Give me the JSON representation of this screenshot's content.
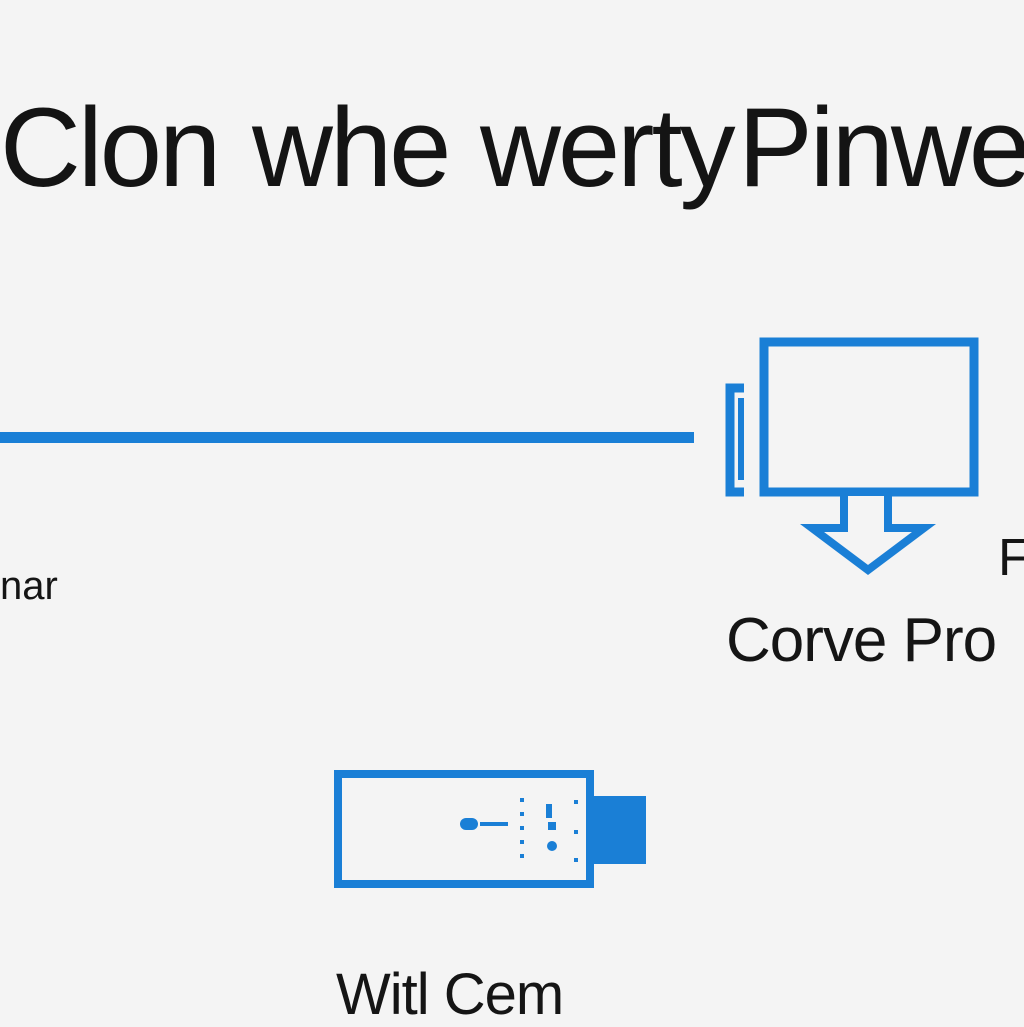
{
  "title": {
    "word1": "Clon",
    "word2": "whe",
    "word3": "werty",
    "word4": "Pinwet"
  },
  "labels": {
    "left": "nar",
    "right_edge": "F",
    "monitor": "Corve Pro",
    "usb": "Witl Cem"
  },
  "icons": {
    "monitor": "monitor-icon",
    "arrow": "arrow-down-icon",
    "usb": "usb-drive-icon"
  },
  "colors": {
    "accent": "#1a7fd6",
    "background": "#f4f4f4",
    "text": "#151515"
  }
}
